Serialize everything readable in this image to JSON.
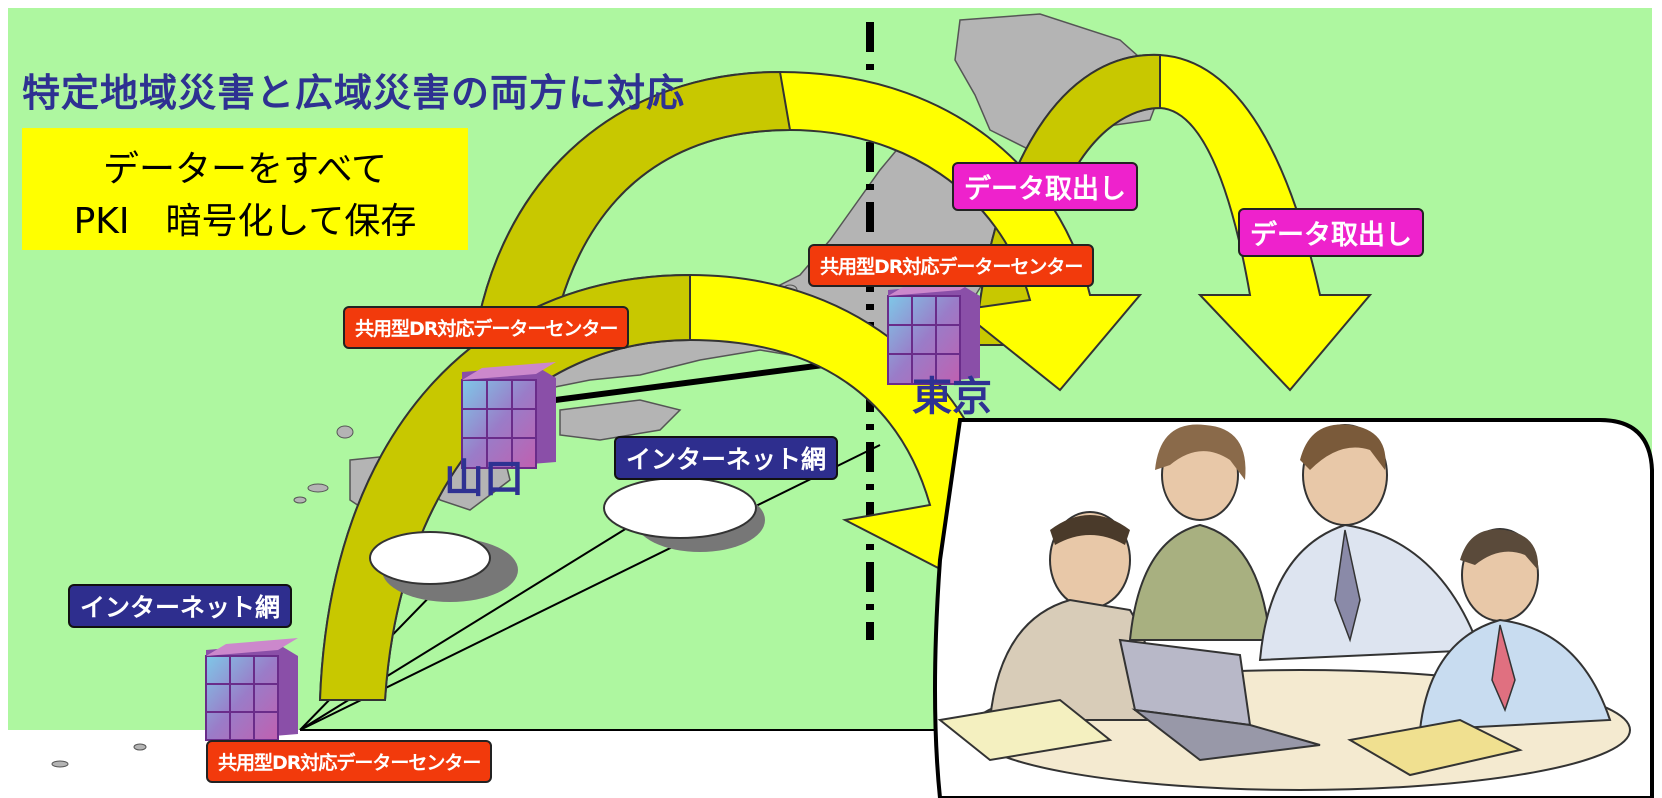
{
  "title": "特定地域災害と広域災害の両方に対応",
  "yellow_box": {
    "line1": "データーをすべて",
    "line2": "PKI　暗号化して保存"
  },
  "dc_labels": {
    "top": "共用型DR対応データーセンター",
    "middle": "共用型DR対応データーセンター",
    "bottom": "共用型DR対応データーセンター"
  },
  "retrieval_labels": {
    "left": "データ取出し",
    "right": "データ取出し"
  },
  "internet_labels": {
    "center": "インターネット網",
    "left": "インターネット網"
  },
  "cities": {
    "yamaguchi": "山口",
    "tokyo": "東京"
  },
  "colors": {
    "background_green": "#aef7a0",
    "map_gray": "#b4b4b4",
    "arrow_yellow": "#ffff00",
    "arrow_shade": "#c8c800",
    "title_navy": "#2e3192",
    "dc_label_red": "#f23a0c",
    "retrieval_magenta": "#ee22cc",
    "internet_navy": "#2e2e8e"
  },
  "icons": [
    "server-cube-icon",
    "cloud-icon",
    "people-meeting-illustration",
    "laptop-icon"
  ]
}
